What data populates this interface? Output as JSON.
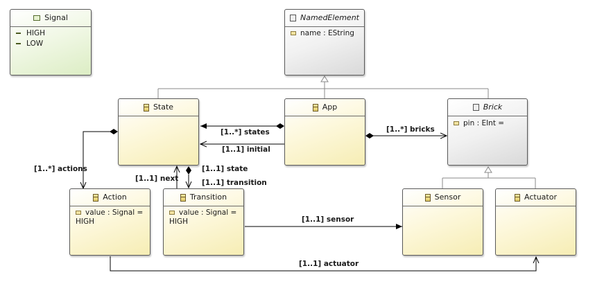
{
  "classes": {
    "signal": {
      "name": "Signal",
      "literals": [
        "HIGH",
        "LOW"
      ]
    },
    "named_element": {
      "name": "NamedElement",
      "attribute": "name : EString"
    },
    "state": {
      "name": "State"
    },
    "app": {
      "name": "App"
    },
    "brick": {
      "name": "Brick",
      "attribute": "pin : EInt ="
    },
    "action": {
      "name": "Action",
      "attribute_line1": "value : Signal =",
      "attribute_line2": "HIGH"
    },
    "transition": {
      "name": "Transition",
      "attribute_line1": "value : Signal =",
      "attribute_line2": "HIGH"
    },
    "sensor": {
      "name": "Sensor"
    },
    "actuator": {
      "name": "Actuator"
    }
  },
  "references": {
    "states": "[1..*] states",
    "initial": "[1..1] initial",
    "bricks": "[1..*] bricks",
    "actions": "[1..*] actions",
    "next": "[1..1] next",
    "state": "[1..1] state",
    "transition": "[1..1] transition",
    "sensor": "[1..1] sensor",
    "actuator": "[1..1] actuator"
  }
}
